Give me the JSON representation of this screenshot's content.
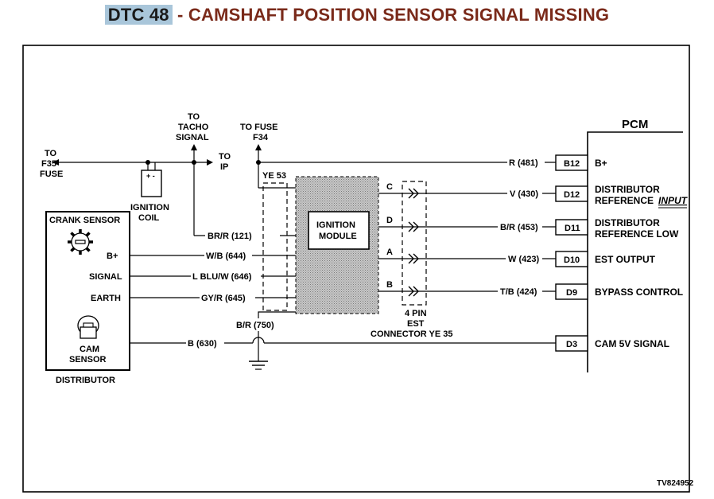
{
  "title": {
    "code": "DTC 48",
    "separator": " - ",
    "text": "CAMSHAFT POSITION SENSOR SIGNAL MISSING"
  },
  "colors": {
    "title_text": "#7a2a1a",
    "code_highlight": "#a9c6da",
    "module_fill": "#bdbdbd"
  },
  "feeds": {
    "to_f35_fuse": [
      "TO",
      "F35",
      "FUSE"
    ],
    "to_tacho_signal": [
      "TO",
      "TACHO",
      "SIGNAL"
    ],
    "to_ip": [
      "TO",
      "IP"
    ],
    "to_fuse_f34": [
      "TO FUSE",
      "F34"
    ]
  },
  "ignition_coil": {
    "label_lines": [
      "IGNITION",
      "COIL"
    ],
    "terminals": "+ -"
  },
  "distributor": {
    "crank_sensor": "CRANK SENSOR",
    "b_plus": "B+",
    "signal": "SIGNAL",
    "earth": "EARTH",
    "cam_sensor_lines": [
      "CAM",
      "SENSOR"
    ],
    "label": "DISTRIBUTOR"
  },
  "connector_ye53": "YE 53",
  "module": {
    "label_lines": [
      "IGNITION",
      "MODULE"
    ],
    "pins": [
      "C",
      "D",
      "A",
      "B"
    ]
  },
  "est_connector": {
    "label_lines": [
      "4 PIN",
      "EST",
      "CONNECTOR YE 35"
    ]
  },
  "wires": {
    "r481": "R (481)",
    "v430": "V (430)",
    "br453": "B/R (453)",
    "w423": "W (423)",
    "tb424": "T/B (424)",
    "brr121": "BR/R (121)",
    "wb644": "W/B (644)",
    "lbluw646": "L BLU/W (646)",
    "gyr645": "GY/R (645)",
    "br750": "B/R (750)",
    "b630": "B (630)"
  },
  "pcm": {
    "title": "PCM",
    "pins": [
      {
        "pin": "B12",
        "desc": "B+"
      },
      {
        "pin": "D12",
        "desc1": "DISTRIBUTOR",
        "desc2": "REFERENCE",
        "desc2_emph": "INPUT"
      },
      {
        "pin": "D11",
        "desc1": "DISTRIBUTOR",
        "desc2": "REFERENCE LOW"
      },
      {
        "pin": "D10",
        "desc": "EST OUTPUT"
      },
      {
        "pin": "D9",
        "desc": "BYPASS CONTROL"
      },
      {
        "pin": "D3",
        "desc": "CAM 5V SIGNAL"
      }
    ]
  },
  "figure_id": "TV824952"
}
